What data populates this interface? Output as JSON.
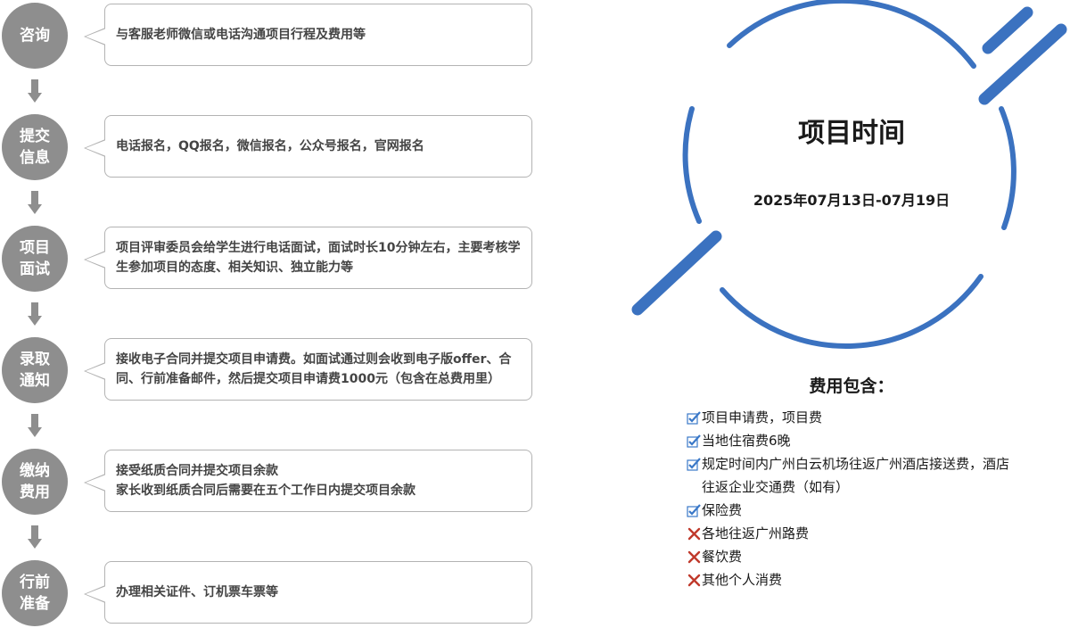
{
  "steps": [
    {
      "l1": "咨询",
      "l2": "",
      "text": "与客服老师微信或电话沟通项目行程及费用等"
    },
    {
      "l1": "提交",
      "l2": "信息",
      "text": "电话报名，QQ报名，微信报名，公众号报名，官网报名"
    },
    {
      "l1": "项目",
      "l2": "面试",
      "text": "项目评审委员会给学生进行电话面试，面试时长10分钟左右，主要考核学生参加项目的态度、相关知识、独立能力等"
    },
    {
      "l1": "录取",
      "l2": "通知",
      "text": "接收电子合同并提交项目申请费。如面试通过则会收到电子版offer、合同、行前准备邮件，然后提交项目申请费1000元（包含在总费用里）"
    },
    {
      "l1": "缴纳",
      "l2": "费用",
      "text": "接受纸质合同并提交项目余款\n家长收到纸质合同后需要在五个工作日内提交项目余款"
    },
    {
      "l1": "行前",
      "l2": "准备",
      "text": "办理相关证件、订机票车票等"
    }
  ],
  "project": {
    "title": "项目时间",
    "date": "2025年07月13日-07月19日"
  },
  "fees": {
    "title": "费用包含：",
    "items": [
      {
        "text": "项目申请费，项目费",
        "included": true
      },
      {
        "text": "当地住宿费6晚",
        "included": true
      },
      {
        "text": "规定时间内广州白云机场往返广州酒店接送费，酒店往返企业交通费（如有）",
        "included": true
      },
      {
        "text": "保险费",
        "included": true
      },
      {
        "text": "各地往返广州路费",
        "included": false
      },
      {
        "text": "餐饮费",
        "included": false
      },
      {
        "text": "其他个人消费",
        "included": false
      }
    ]
  },
  "colors": {
    "circle": "#8e8e8e",
    "accent_blue": "#3b72c0",
    "check_blue": "#3a78c8",
    "cross_red": "#c0392b"
  }
}
